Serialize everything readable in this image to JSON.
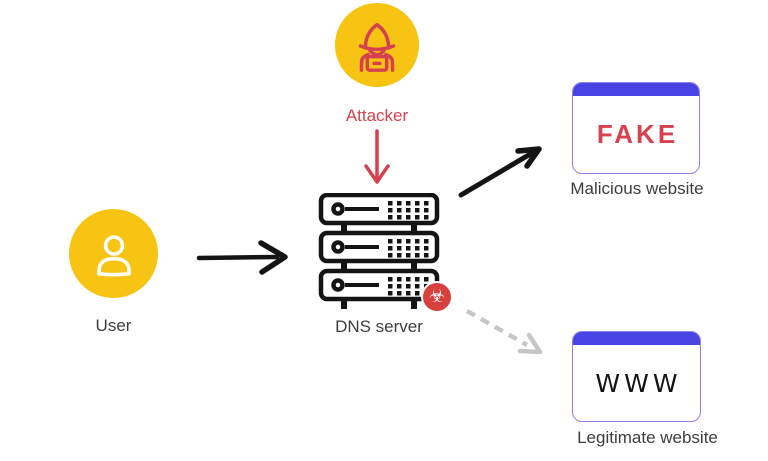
{
  "nodes": {
    "attacker": {
      "label": "Attacker"
    },
    "user": {
      "label": "User"
    },
    "dns_server": {
      "label": "DNS server"
    },
    "malicious_website": {
      "label": "Malicious website",
      "content": "FAKE"
    },
    "legitimate_website": {
      "label": "Legitimate website",
      "content": "WWW"
    }
  },
  "edges": [
    {
      "id": "user-to-dns",
      "from": "User",
      "to": "DNS server",
      "style": "solid",
      "color": "#141414"
    },
    {
      "id": "attacker-to-dns",
      "from": "Attacker",
      "to": "DNS server",
      "style": "solid",
      "color": "#d5414e"
    },
    {
      "id": "dns-to-malicious",
      "from": "DNS server",
      "to": "Malicious website",
      "style": "solid",
      "color": "#141414"
    },
    {
      "id": "dns-to-legitimate",
      "from": "DNS server",
      "to": "Legitimate website",
      "style": "dashed",
      "color": "#c6c6c6"
    }
  ],
  "icons": {
    "attacker": "hacker-hood-icon",
    "user": "person-icon",
    "dns_server": "server-stack-icon",
    "compromise": "biohazard-icon",
    "biohazard_glyph": "☣"
  },
  "colors": {
    "icon_circle_yellow": "#f7c413",
    "attacker_red": "#d5414e",
    "browser_bar_blue": "#4a43e3",
    "browser_border": "#8a84ea",
    "fake_text_red": "#d6414d",
    "www_text_black": "#141414",
    "label_gray": "#3d3d3d",
    "biohazard_badge_red": "#d6403d",
    "dashed_arrow_gray": "#c6c6c6"
  }
}
